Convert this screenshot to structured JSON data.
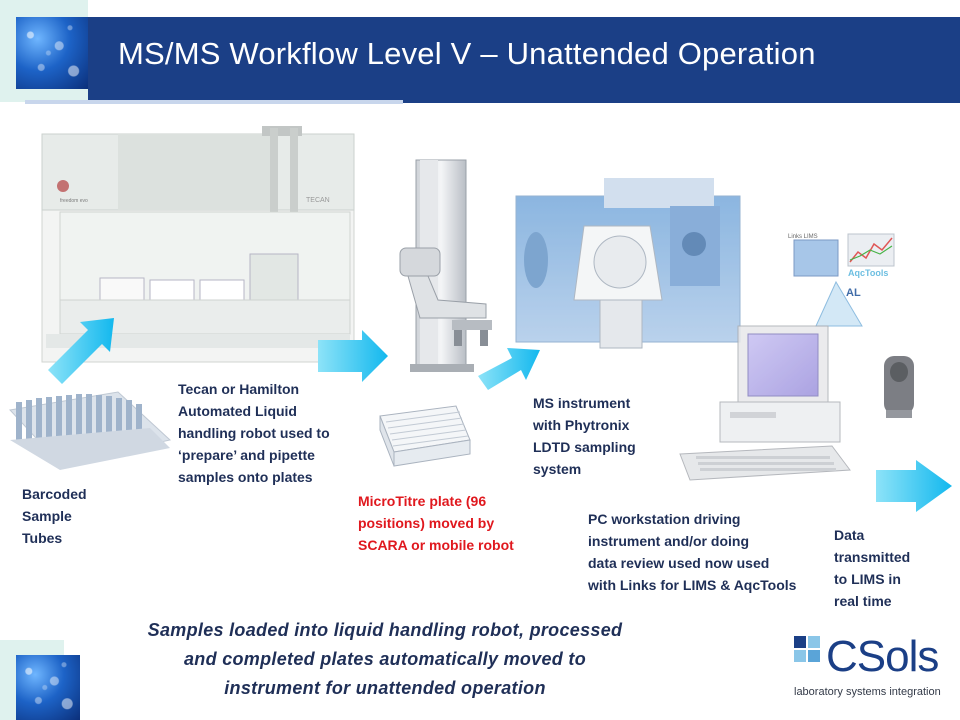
{
  "title": "MS/MS Workflow Level V – Unattended Operation",
  "labels": {
    "tubes": [
      "Barcoded",
      "Sample",
      "Tubes"
    ],
    "robot": [
      "Tecan or Hamilton",
      "Automated Liquid",
      "handling robot used to",
      "‘prepare’ and pipette",
      "samples onto plates"
    ],
    "plate": [
      "MicroTitre plate (96",
      "positions) moved by",
      "SCARA or mobile robot"
    ],
    "ms": [
      "MS instrument",
      "with Phytronix",
      "LDTD sampling",
      "system"
    ],
    "pc": [
      "PC workstation  driving",
      "instrument and/or doing",
      "data review used now used",
      "with Links for LIMS & AqcTools"
    ],
    "data": [
      "Data",
      "transmitted",
      "to LIMS in",
      "real time"
    ]
  },
  "tagline": [
    "Samples loaded into liquid handling robot, processed",
    "and completed plates automatically moved to",
    "instrument for unattended operation"
  ],
  "robot_brand": "TECAN",
  "robot_model": "freedom evo",
  "software": {
    "links_lims": "Links LIMS",
    "aqctools": "AqcTools",
    "al": "AL"
  },
  "logo": {
    "name": "CSols",
    "subtitle": "laboratory systems integration"
  },
  "colors": {
    "header_blue": "#1b3f86",
    "arrow_cyan": "#22c3ef",
    "text_navy": "#1f2f57",
    "highlight_red": "#e0181e"
  }
}
